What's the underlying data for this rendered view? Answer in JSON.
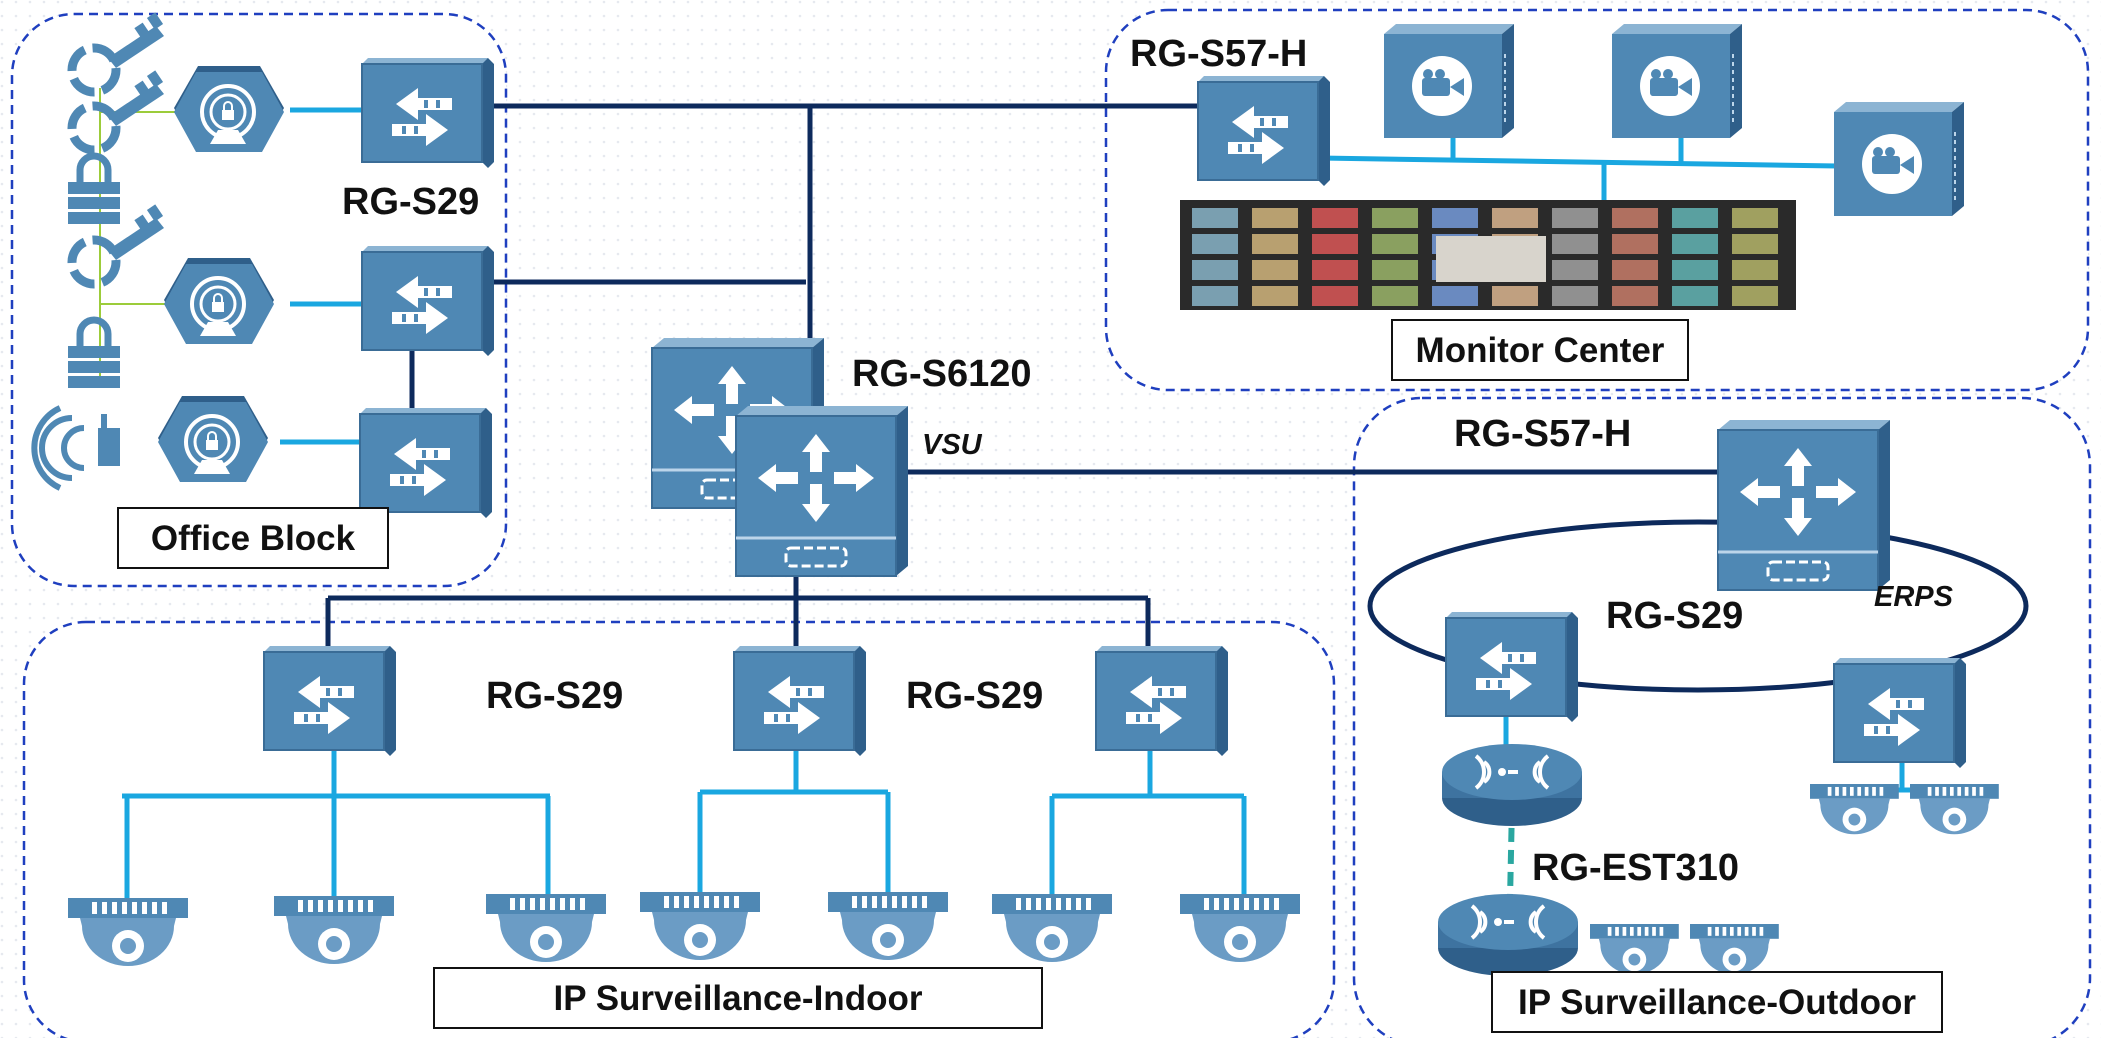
{
  "labels": {
    "rg_s57h_top": "RG-S57-H",
    "rg_s29_office": "RG-S29",
    "rg_s6120": "RG-S6120",
    "vsu": "VSU",
    "rg_s57h_right": "RG-S57-H",
    "rg_s29_ring": "RG-S29",
    "erps": "ERPS",
    "rg_s29_indoor_1": "RG-S29",
    "rg_s29_indoor_2": "RG-S29",
    "rg_est310": "RG-EST310"
  },
  "zones": {
    "office_block": "Office Block",
    "monitor_center": "Monitor Center",
    "indoor": "IP Surveillance-Indoor",
    "outdoor": "IP Surveillance-Outdoor"
  },
  "colors": {
    "trunk": "#0d2a5c",
    "access": "#1aa7e0",
    "zone_border": "#1f3fbf",
    "device_front": "#4f88b4",
    "device_top": "#8cb4d3",
    "device_side": "#2f5f8a"
  },
  "icons": [
    "key-icon",
    "padlock-icon",
    "door-sensor-icon",
    "access-controller-icon",
    "access-switch-icon",
    "core-switch-icon",
    "camera-server-icon",
    "video-wall-icon",
    "dome-camera-icon",
    "wireless-bridge-icon"
  ]
}
